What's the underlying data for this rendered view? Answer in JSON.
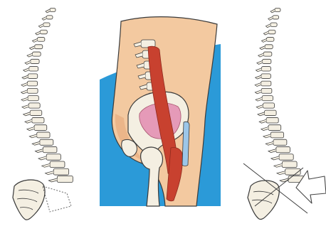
{
  "figure": {
    "panels": [
      {
        "id": "spine-neutral",
        "content": "spine-side-view"
      },
      {
        "id": "pelvis-muscles",
        "content": "hip-flexor-anatomy"
      },
      {
        "id": "spine-tilted",
        "content": "spine-side-view-with-angle-lines"
      }
    ]
  },
  "colors": {
    "bone_stroke": "#3a3a3a",
    "bone_fill": "#f4efe2",
    "skin": "#f3c9a0",
    "skin_shadow": "#e6a97a",
    "background_blue": "#2b9ad8",
    "muscle_red": "#c8412f",
    "muscle_dark": "#8e2a1e",
    "muscle_pink": "#e59ab8",
    "tendon_blue": "#9cc6e8",
    "arrow_stroke": "#444444"
  },
  "icons": {
    "arrow": "open-arrow-icon"
  }
}
